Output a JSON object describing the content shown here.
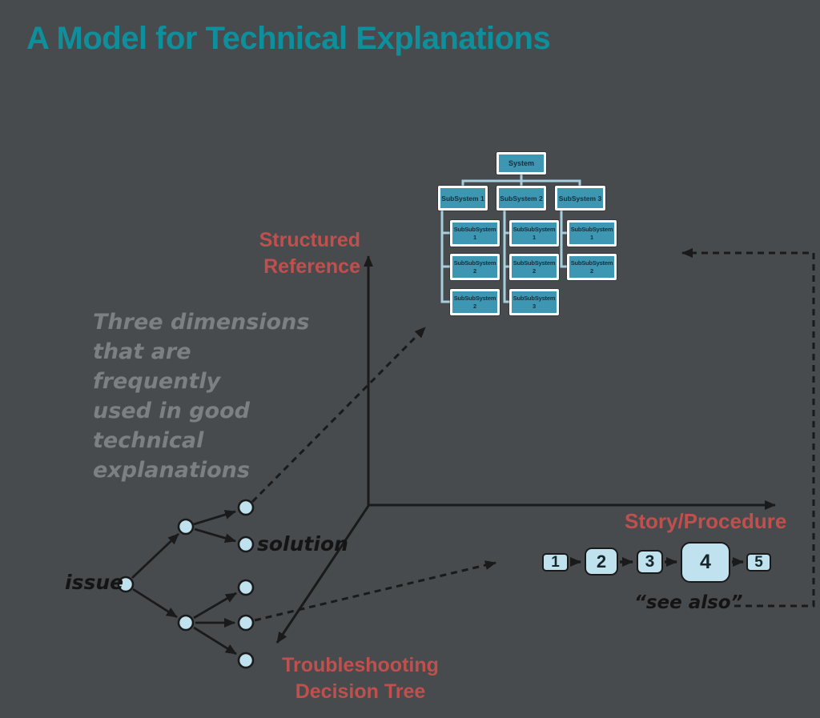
{
  "title": "A Model for Technical Explanations",
  "note": {
    "lines": [
      "Three dimensions",
      "that are frequently",
      "used in good",
      "technical",
      "explanations"
    ]
  },
  "axes": {
    "vertical": {
      "line1": "Structured",
      "line2": "Reference"
    },
    "horizontal": {
      "label": "Story/Procedure"
    },
    "diagonal": {
      "line1": "Troubleshooting",
      "line2": "Decision Tree"
    }
  },
  "tree": {
    "issue_label": "issue",
    "solution_label": "solution"
  },
  "sequence": {
    "steps": [
      "1",
      "2",
      "3",
      "4",
      "5"
    ],
    "see_also_label": "“see also”"
  },
  "orgchart": {
    "root": "System",
    "subsystems": [
      "SubSystem 1",
      "SubSystem 2",
      "SubSystem 3"
    ],
    "col1": [
      "SubSubSystem 1",
      "SubSubSystem 2",
      "SubSubSystem 2"
    ],
    "col2": [
      "SubSubSystem 1",
      "SubSubSystem 2",
      "SubSubSystem 3"
    ],
    "col3": [
      "SubSubSystem 1",
      "SubSubSystem 2"
    ]
  },
  "colors": {
    "background": "#474B4E",
    "title_teal": "#0E8F9B",
    "label_red": "#C0504D",
    "org_box_fill": "#3D96B2",
    "node_fill": "#BFE2EE",
    "connector_blue": "#A7CEDD",
    "note_gray": "#7C8082",
    "ink_black": "#1A1A1A"
  }
}
